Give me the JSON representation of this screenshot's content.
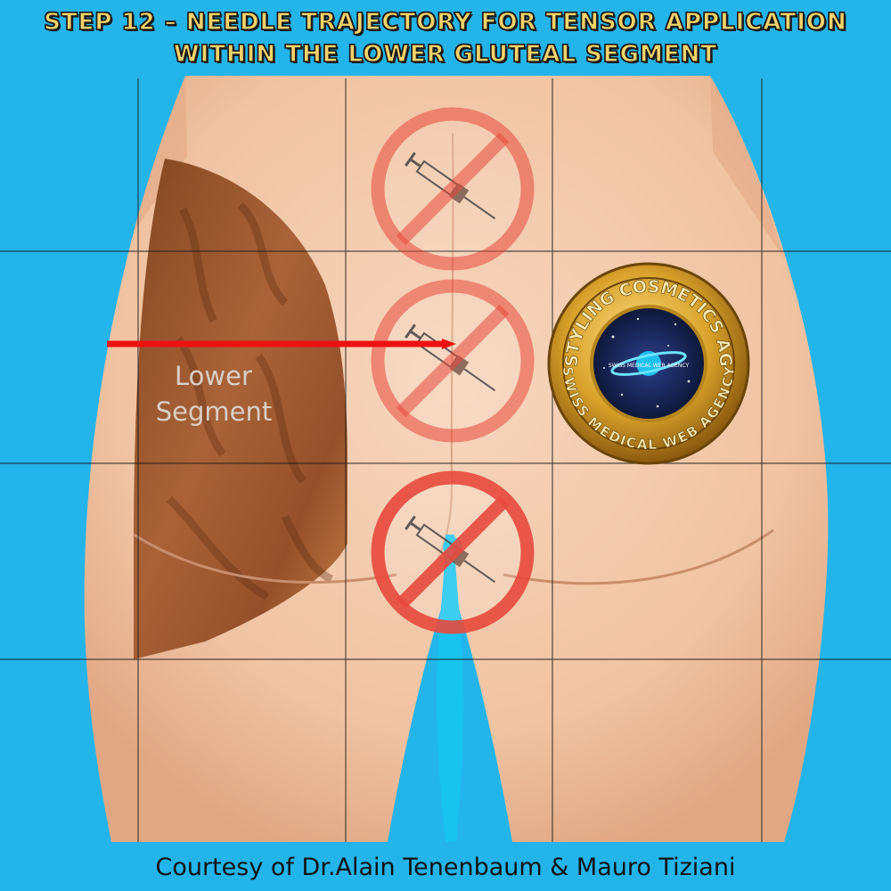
{
  "title": {
    "line1": "Step 12 – Needle Trajectory for Tensor Application",
    "line2": "within the Lower Gluteal Segment"
  },
  "region_label": {
    "line1": "Lower",
    "line2": "Segment"
  },
  "badge": {
    "outer_text": "STYLING COSMETICS AG",
    "outer_text_bottom": "SWISS MEDICAL WEB AGENCY",
    "inner_text": "SWISS MEDICAL WEB AGENCY"
  },
  "credit": "Courtesy of Dr.Alain Tenenbaum & Mauro Tiziani",
  "prohibition_markers": [
    {
      "id": "upper-central",
      "icon": "no-injection-icon"
    },
    {
      "id": "middle-central",
      "icon": "no-injection-icon"
    },
    {
      "id": "lower-central",
      "icon": "no-injection-icon"
    }
  ],
  "colors": {
    "background": "#23b4ea",
    "skin": "#f1c7a8",
    "treated_region": "#8a4a22",
    "needle_line": "#ee1111",
    "prohibition": "#e84a3e",
    "title_fill": "#f5d36a",
    "badge_gold": "#d8a12a",
    "badge_inner": "#0f1a3d"
  }
}
